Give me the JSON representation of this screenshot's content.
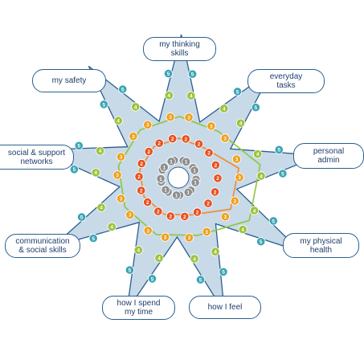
{
  "diagram": {
    "labels": [
      {
        "key": "thinking",
        "text": "my thinking\nskills"
      },
      {
        "key": "everyday",
        "text": "everyday\ntasks"
      },
      {
        "key": "admin",
        "text": "personal\nadmin"
      },
      {
        "key": "physical",
        "text": "my physical\nhealth"
      },
      {
        "key": "feel",
        "text": "how I feel"
      },
      {
        "key": "time",
        "text": "how I spend\nmy time"
      },
      {
        "key": "communication",
        "text": "communication\n& social skills"
      },
      {
        "key": "support",
        "text": "social & support\nnetworks"
      },
      {
        "key": "safety",
        "text": "my safety"
      }
    ],
    "scale_levels": [
      {
        "value": "1",
        "color": "#8e8e8e"
      },
      {
        "value": "2",
        "color": "#e8511f"
      },
      {
        "value": "3",
        "color": "#f0a01a"
      },
      {
        "value": "4",
        "color": "#9cc23c"
      },
      {
        "value": "5",
        "color": "#3ba5b5"
      }
    ],
    "colors": {
      "star_fill": "#c8d9e8",
      "star_stroke": "#2a5f8f",
      "orange_line": "#f08a2a",
      "green_line": "#8cc63f"
    },
    "orange_shape_levels": [
      2,
      2,
      3,
      3,
      2,
      2,
      2,
      2,
      2
    ],
    "green_shape_levels": [
      3,
      3,
      4,
      4,
      3,
      3,
      3,
      3,
      3
    ]
  }
}
